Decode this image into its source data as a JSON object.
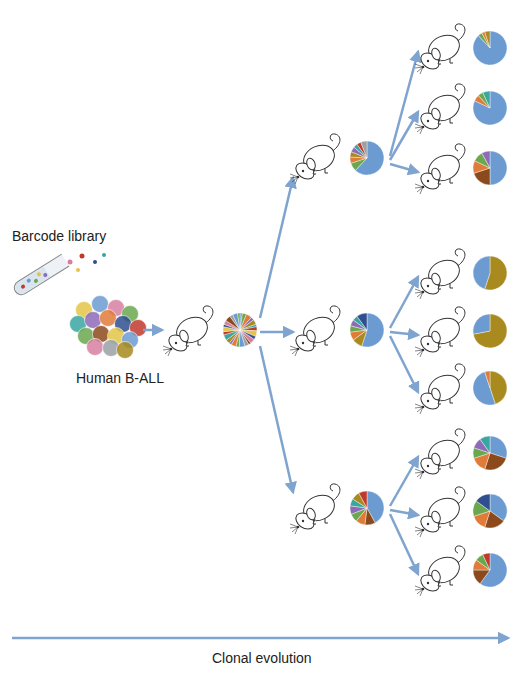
{
  "diagram": {
    "labels": [
      "Barcode library",
      "Human B-ALL",
      "Clonal evolution"
    ]
  }
}
